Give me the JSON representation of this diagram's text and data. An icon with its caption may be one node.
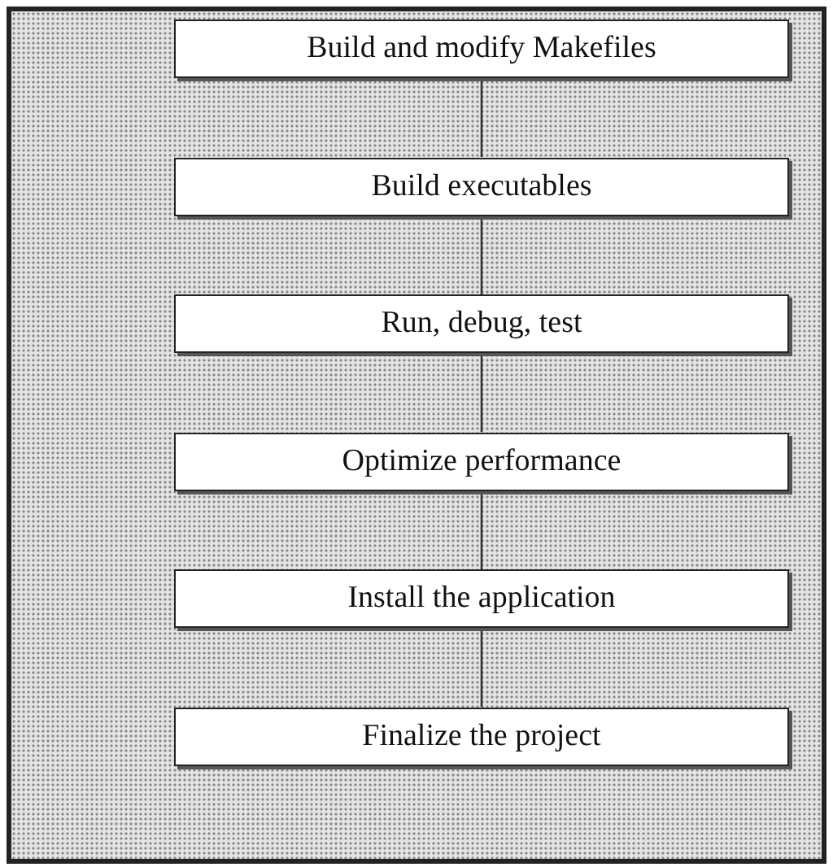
{
  "diagram": {
    "nodes": [
      {
        "text": [
          "Build and modify Makefiles"
        ]
      },
      {
        "text": [
          "Build executables"
        ]
      },
      {
        "text": [
          "Run, debug, test"
        ]
      },
      {
        "text": [
          "Optimize performance"
        ]
      },
      {
        "text": [
          "Install the application"
        ]
      },
      {
        "text": [
          "Finalize the project"
        ]
      }
    ],
    "edges": [
      {
        "from": 0,
        "to": 1,
        "arrow": "none"
      },
      {
        "from": 1,
        "to": 2,
        "arrow": "none"
      },
      {
        "from": 2,
        "to": 3,
        "arrow": "none"
      },
      {
        "from": 3,
        "to": 4,
        "arrow": "none"
      },
      {
        "from": 4,
        "to": 5,
        "arrow": "none"
      }
    ]
  }
}
